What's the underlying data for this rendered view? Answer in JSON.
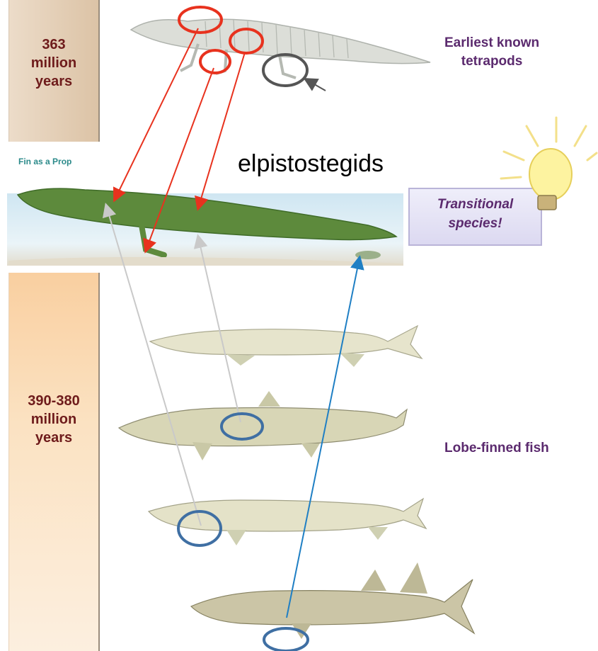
{
  "timeline": {
    "upper_label": "363\nmillion\nyears",
    "lower_label": "390-380\nmillion\nyears"
  },
  "labels": {
    "tetrapods": "Earliest known\ntetrapods",
    "panel_title": "Fin as a Prop",
    "elpistostegids": "elpistostegids",
    "transitional": "Transitional\nspecies!",
    "lobe_finned": "Lobe-finned fish"
  },
  "colors": {
    "red_marker": "#e8321e",
    "gray_marker": "#555555",
    "blue_marker": "#3f6fa3",
    "blue_arrow": "#1f7fc4",
    "light_arrow": "#c9c9c9",
    "label_purple": "#5b2a6e",
    "time_red": "#6e1b1b"
  },
  "icons": [
    "lightbulb-icon"
  ]
}
